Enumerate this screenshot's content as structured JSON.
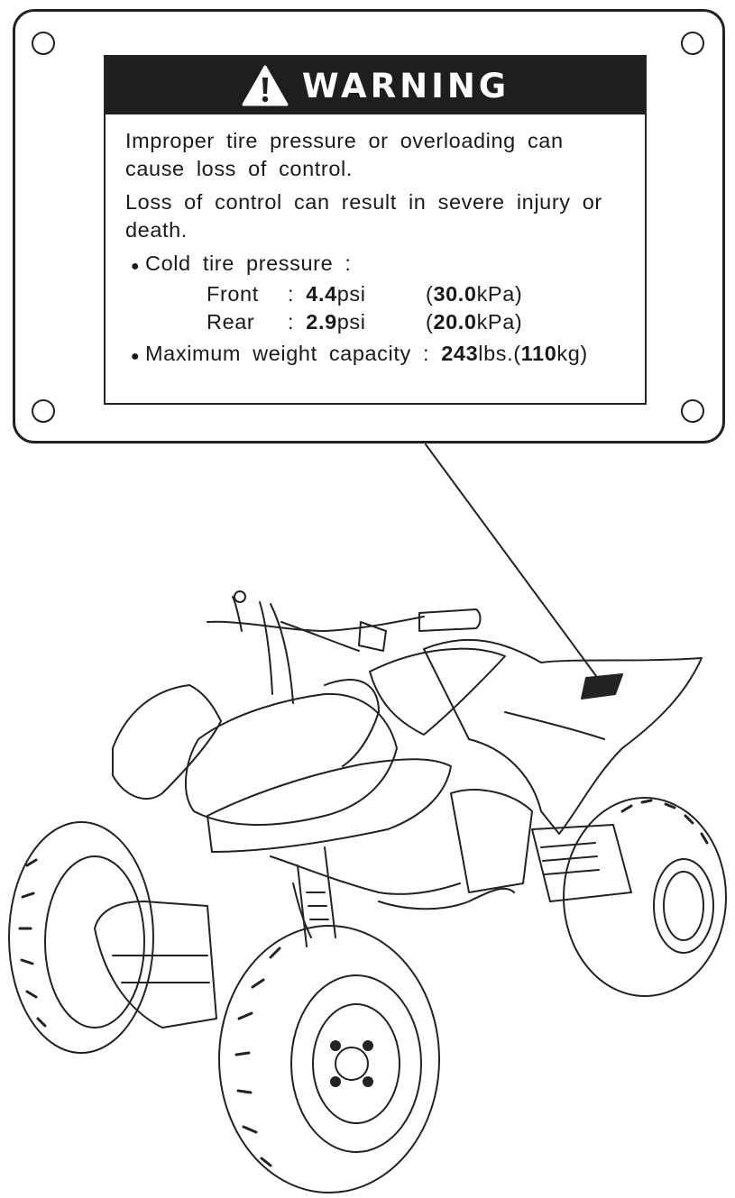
{
  "label": {
    "heading": "WARNING",
    "line1": "Improper tire pressure or overloading can cause loss of control.",
    "line2": "Loss of control can result in severe injury or death.",
    "cold_pressure_heading": "Cold tire pressure :",
    "front": {
      "name": "Front",
      "sep": ":",
      "psi_value": "4.4",
      "psi_unit": "psi",
      "kpa_value": "30.0",
      "kpa_unit": "kPa"
    },
    "rear": {
      "name": "Rear",
      "sep": ":",
      "psi_value": "2.9",
      "psi_unit": "psi",
      "kpa_value": "20.0",
      "kpa_unit": "kPa"
    },
    "capacity": {
      "text": "Maximum weight capacity :",
      "lbs_value": "243",
      "lbs_unit": "lbs.",
      "kg_value": "110",
      "kg_unit": "kg"
    }
  },
  "icons": [
    "warning-triangle-icon",
    "mounting-hole-icon",
    "atv-illustration"
  ],
  "colors": {
    "ink": "#1a1a1a",
    "header_bg": "#1e1e1e",
    "paper": "#ffffff"
  }
}
